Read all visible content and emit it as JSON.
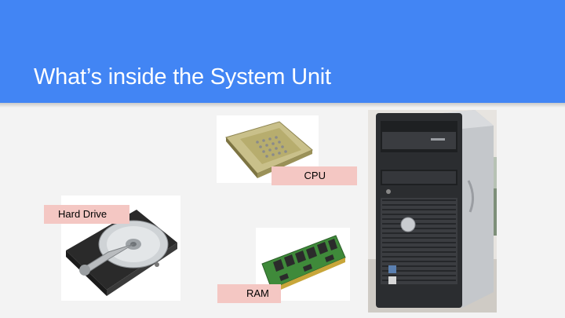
{
  "slide": {
    "title": "What’s inside the System Unit"
  },
  "labels": {
    "cpu": "CPU",
    "hard_drive": "Hard Drive",
    "ram": "RAM"
  },
  "colors": {
    "header": "#4285f4",
    "label_bg": "#f4c7c3",
    "background": "#f3f3f3"
  },
  "icons": [
    "cpu-chip-image",
    "hard-drive-image",
    "ram-module-image",
    "desktop-tower-image"
  ]
}
